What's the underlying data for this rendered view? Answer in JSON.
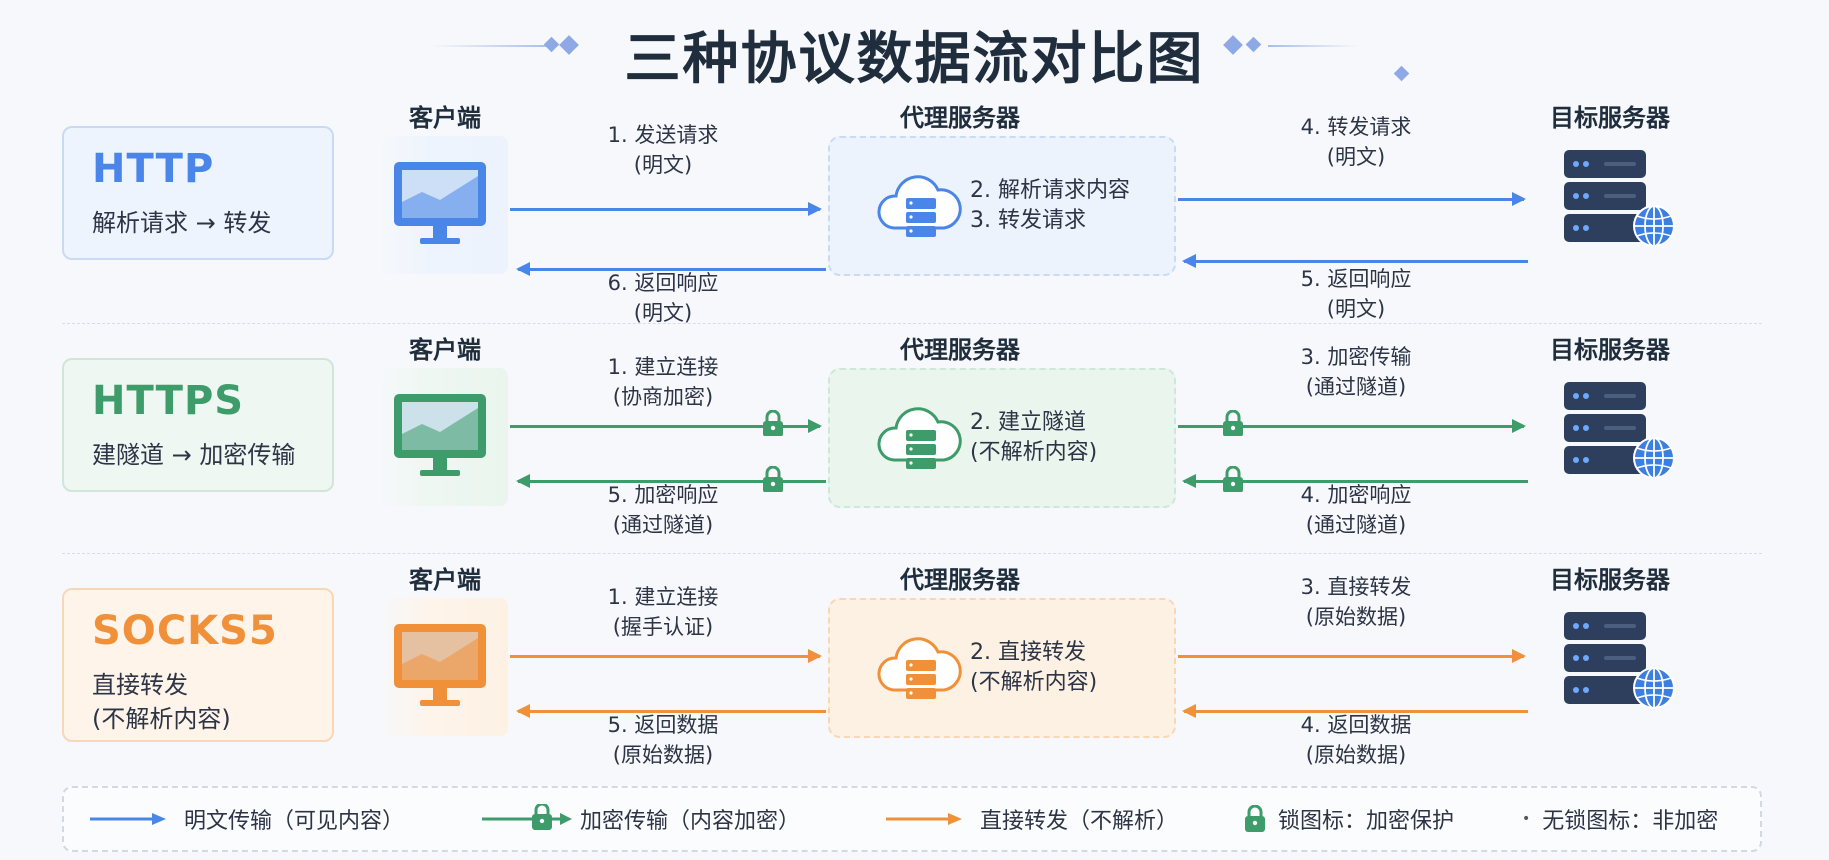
{
  "title": "三种协议数据流对比图",
  "colors": {
    "http": "#4a86e8",
    "https": "#3d9c6a",
    "socks5": "#f0913a",
    "server": "#2d3f5c"
  },
  "columns": {
    "client": "客户端",
    "proxy": "代理服务器",
    "target": "目标服务器"
  },
  "rows": [
    {
      "id": "http",
      "name": "HTTP",
      "desc": "解析请求 → 转发",
      "client_to_proxy": "1. 发送请求\n(明文)",
      "proxy_to_client": "6. 返回响应\n(明文)",
      "proxy_text": "2. 解析请求内容\n3. 转发请求",
      "proxy_to_target": "4. 转发请求\n(明文)",
      "target_to_proxy": "5. 返回响应\n(明文)",
      "locked": false
    },
    {
      "id": "https",
      "name": "HTTPS",
      "desc": "建隧道 → 加密传输",
      "client_to_proxy": "1. 建立连接\n(协商加密)",
      "proxy_to_client": "5. 加密响应\n(通过隧道)",
      "proxy_text": "2. 建立隧道\n(不解析内容)",
      "proxy_to_target": "3. 加密传输\n(通过隧道)",
      "target_to_proxy": "4. 加密响应\n(通过隧道)",
      "locked": true
    },
    {
      "id": "socks5",
      "name": "SOCKS5",
      "desc": "直接转发\n(不解析内容)",
      "client_to_proxy": "1. 建立连接\n(握手认证)",
      "proxy_to_client": "5. 返回数据\n(原始数据)",
      "proxy_text": "2. 直接转发\n(不解析内容)",
      "proxy_to_target": "3. 直接转发\n(原始数据)",
      "target_to_proxy": "4. 返回数据\n(原始数据)",
      "locked": false
    }
  ],
  "legend": {
    "plain": "明文传输（可见内容）",
    "encrypted": "加密传输（内容加密）",
    "direct": "直接转发（不解析）",
    "lock": "锁图标：加密保护",
    "nolock": "无锁图标：非加密"
  },
  "icons": [
    "monitor-icon",
    "cloud-server-icon",
    "server-rack-icon",
    "globe-icon",
    "lock-icon"
  ]
}
